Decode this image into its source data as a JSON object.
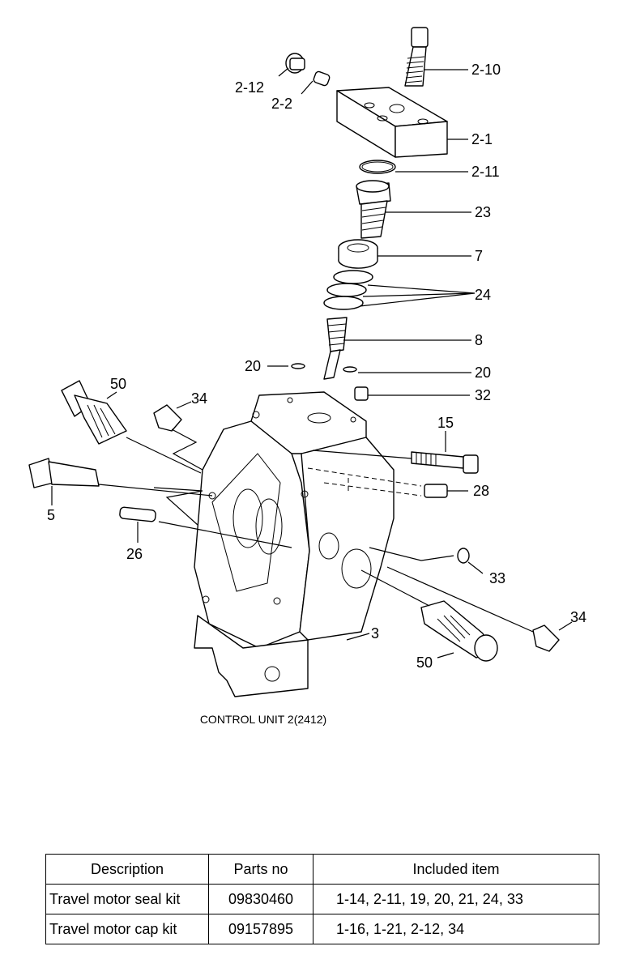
{
  "diagram": {
    "caption": "CONTROL UNIT 2(2412)",
    "callouts": [
      {
        "id": "2-10",
        "label": "2-10"
      },
      {
        "id": "2-12",
        "label": "2-12"
      },
      {
        "id": "2-2",
        "label": "2-2"
      },
      {
        "id": "2-1",
        "label": "2-1"
      },
      {
        "id": "2-11",
        "label": "2-11"
      },
      {
        "id": "23",
        "label": "23"
      },
      {
        "id": "7",
        "label": "7"
      },
      {
        "id": "24",
        "label": "24"
      },
      {
        "id": "8",
        "label": "8"
      },
      {
        "id": "20a",
        "label": "20"
      },
      {
        "id": "20b",
        "label": "20"
      },
      {
        "id": "32",
        "label": "32"
      },
      {
        "id": "50a",
        "label": "50"
      },
      {
        "id": "34a",
        "label": "34"
      },
      {
        "id": "15",
        "label": "15"
      },
      {
        "id": "28",
        "label": "28"
      },
      {
        "id": "5",
        "label": "5"
      },
      {
        "id": "26",
        "label": "26"
      },
      {
        "id": "33",
        "label": "33"
      },
      {
        "id": "34b",
        "label": "34"
      },
      {
        "id": "3",
        "label": "3"
      },
      {
        "id": "50b",
        "label": "50"
      }
    ]
  },
  "table": {
    "headers": [
      "Description",
      "Parts no",
      "Included item"
    ],
    "rows": [
      {
        "description": "Travel motor seal kit",
        "parts_no": "09830460",
        "included": "1-14, 2-11, 19, 20, 21, 24, 33"
      },
      {
        "description": "Travel motor cap kit",
        "parts_no": "09157895",
        "included": "1-16, 1-21, 2-12, 34"
      }
    ]
  }
}
